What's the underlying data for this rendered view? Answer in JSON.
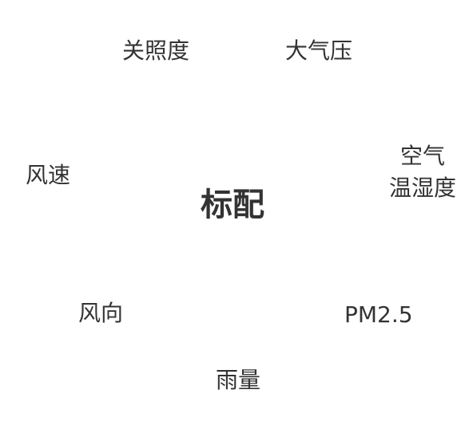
{
  "center_label": "标配",
  "items": {
    "illuminance": "关照度",
    "pressure": "大气压",
    "wind_speed": "风速",
    "air_humidity_line1": "空气",
    "air_humidity_line2": "温湿度",
    "wind_direction": "风向",
    "pm25": "PM2.5",
    "rainfall": "雨量"
  },
  "colors": {
    "text": "#333333",
    "background": "#ffffff"
  }
}
